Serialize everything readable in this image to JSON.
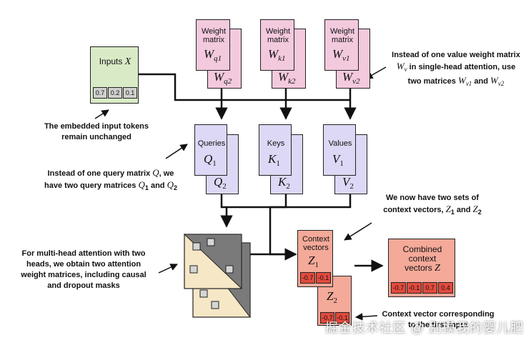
{
  "inputs": {
    "label": "Inputs",
    "symbol": "X",
    "values": [
      "0.7",
      "0.2",
      "0.1"
    ]
  },
  "weights": {
    "title_line1": "Weight",
    "title_line2": "matrix",
    "q": {
      "sym": "W",
      "sub1": "q1",
      "sub2": "q2"
    },
    "k": {
      "sym": "W",
      "sub1": "k1",
      "sub2": "k2"
    },
    "v": {
      "sym": "W",
      "sub1": "v1",
      "sub2": "v2"
    }
  },
  "qkv": {
    "q": {
      "label": "Queries",
      "sym": "Q",
      "sub1": "1",
      "sub2": "2"
    },
    "k": {
      "label": "Keys",
      "sym": "K",
      "sub1": "1",
      "sub2": "2"
    },
    "v": {
      "label": "Values",
      "sym": "V",
      "sub1": "1",
      "sub2": "2"
    }
  },
  "context": {
    "label1": "Context",
    "label2": "vectors",
    "sym": "Z",
    "sub1": "1",
    "sub2": "2",
    "values": [
      "-0.7",
      "-0.1"
    ]
  },
  "combined": {
    "line1": "Combined",
    "line2": "context",
    "line3": "vectors",
    "sym": "Z",
    "values": [
      "-0.7",
      "-0.1",
      "0.7",
      "0.4"
    ]
  },
  "notes": {
    "embedded": {
      "line1": "The embedded input tokens",
      "line2": "remain unchanged"
    },
    "value_weight": {
      "a": "Instead of one value weight matrix",
      "b_sym": "W",
      "b_sub": "v",
      "b_text": " in single-head attention, use",
      "c_text": "two matrices ",
      "c_sym1": "W",
      "c_sub1": "v1",
      "c_and": " and ",
      "c_sym2": "W",
      "c_sub2": "v2"
    },
    "query": {
      "a": "Instead of one query matrix ",
      "a_sym": "Q",
      "a_end": ", we",
      "b": "have two query matrices ",
      "b_sym1": "Q",
      "b_sub1": "1",
      "b_and": " and ",
      "b_sym2": "Q",
      "b_sub2": "2"
    },
    "two_sets": {
      "a": "We now have two sets of",
      "b": "context vectors, ",
      "b_sym1": "Z",
      "b_sub1": "1",
      "b_and": " and ",
      "b_sym2": "Z",
      "b_sub2": "2"
    },
    "multihead": {
      "l1": "For multi-head attention with two",
      "l2": "heads, we obtain two attention",
      "l3": "weight matrices, including causal",
      "l4": "and dropout masks"
    },
    "context_corr": {
      "l1": "Context vector corresponding",
      "l2": "to the first input"
    }
  },
  "watermark": "掘金技术社区 @ 别摸我的婴儿肥",
  "colors": {
    "weight": "#f3c9dd",
    "qkv": "#dcd8f5",
    "input": "#d9ebc6",
    "context": "#f4a999",
    "cell_red": "#e24a3d"
  }
}
